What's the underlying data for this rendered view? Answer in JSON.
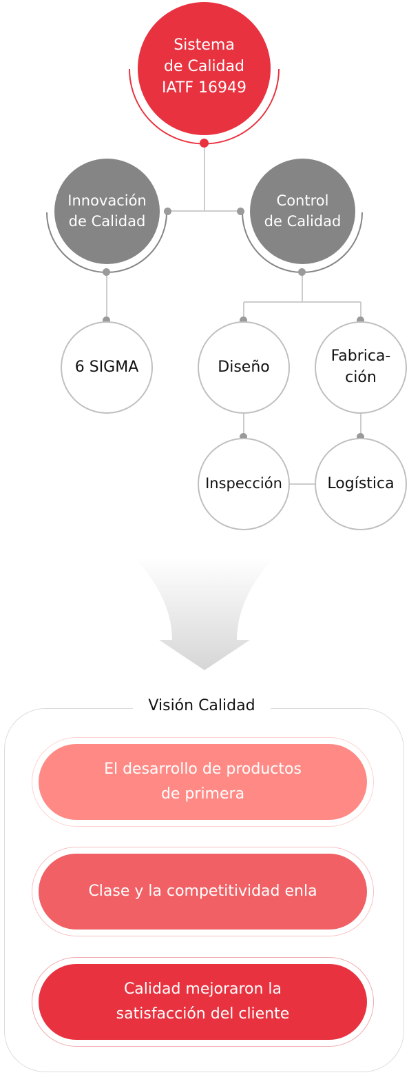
{
  "diagram": {
    "root": {
      "label_line1": "Sistema",
      "label_line2": "de Calidad",
      "label_line3": "IATF 16949"
    },
    "innovation": {
      "label_line1": "Innovación",
      "label_line2": "de Calidad"
    },
    "control": {
      "label_line1": "Control",
      "label_line2": "de Calidad"
    },
    "sigma": {
      "label": "6 SIGMA"
    },
    "design": {
      "label": "Diseño"
    },
    "manufacturing": {
      "label_line1": "Fabrica-",
      "label_line2": "ción"
    },
    "inspection": {
      "label": "Inspección"
    },
    "logistics": {
      "label": "Logística"
    }
  },
  "vision": {
    "title": "Visión Calidad",
    "items": [
      {
        "line1": "El desarrollo de productos",
        "line2": "de primera",
        "color": "#ff8a85",
        "ring": "#ffd3d1"
      },
      {
        "line1": "Clase y la competitividad enla",
        "line2": "",
        "color": "#f06064",
        "ring": "#f8c0c2"
      },
      {
        "line1": "Calidad mejoraron la",
        "line2": "satisfacción del cliente",
        "color": "#e8323f",
        "ring": "#f2aab0"
      }
    ]
  },
  "colors": {
    "red": "#e8323f",
    "gray": "#858585",
    "line": "#cccccc",
    "dot_gray": "#9a9a9a"
  }
}
